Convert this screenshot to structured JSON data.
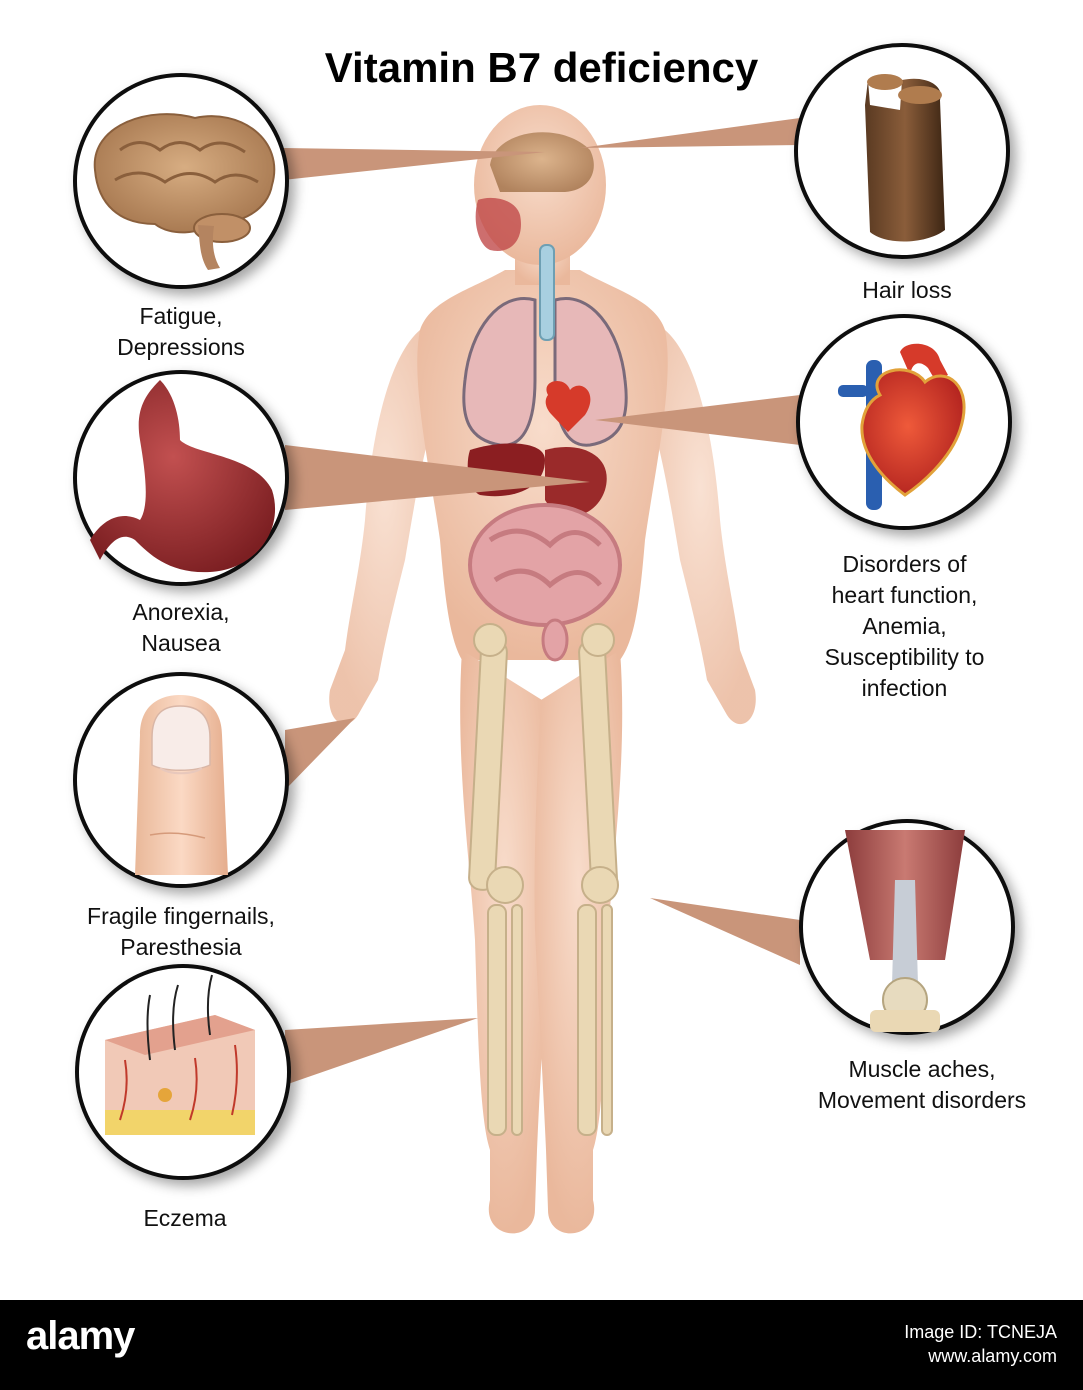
{
  "title": "Vitamin B7 deficiency",
  "symptoms": {
    "brain": [
      "Fatigue,",
      "Depressions"
    ],
    "hair": [
      "Hair loss"
    ],
    "stomach": [
      "Anorexia,",
      "Nausea"
    ],
    "heart": [
      "Disorders of",
      "heart function,",
      "Anemia,",
      "Susceptibility to",
      "infection"
    ],
    "nail": [
      "Fragile fingernails,",
      "Paresthesia"
    ],
    "knee": [
      "Muscle aches,",
      "Movement disorders"
    ],
    "skin": [
      "Eczema"
    ]
  },
  "footer": {
    "logo": "alamy",
    "image_id": "Image ID: TCNEJA",
    "url": "www.alamy.com"
  },
  "colors": {
    "skin": "#f3cbb3",
    "callout": "#c9957a",
    "bone": "#ead8b4",
    "organ": "#a52a2a"
  }
}
